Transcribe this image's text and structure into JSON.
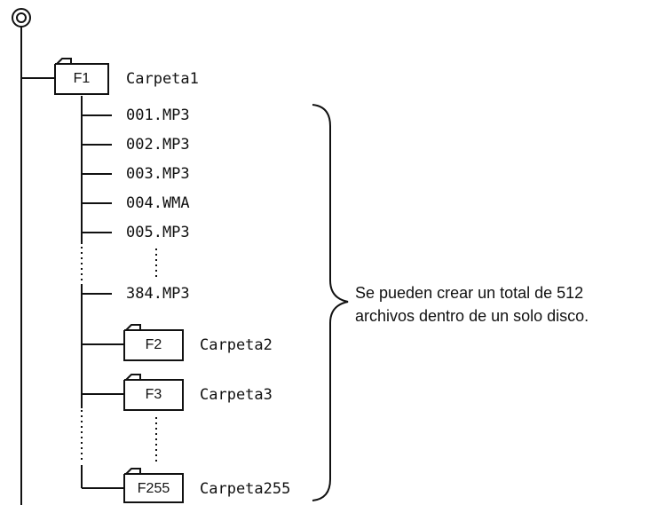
{
  "folders": [
    {
      "tag": "F1",
      "name": "Carpeta1",
      "icon": "folder-icon"
    },
    {
      "tag": "F2",
      "name": "Carpeta2",
      "icon": "folder-icon"
    },
    {
      "tag": "F3",
      "name": "Carpeta3",
      "icon": "folder-icon"
    },
    {
      "tag": "F255",
      "name": "Carpeta255",
      "icon": "folder-icon"
    }
  ],
  "files": [
    "001.MP3",
    "002.MP3",
    "003.MP3",
    "004.WMA",
    "005.MP3",
    "384.MP3"
  ],
  "note": {
    "line1": "Se pueden crear un total de 512",
    "line2": "archivos dentro de un solo disco."
  },
  "root": {
    "icon": "root-disc-icon"
  },
  "colors": {
    "line": "#111111",
    "background": "#ffffff"
  }
}
